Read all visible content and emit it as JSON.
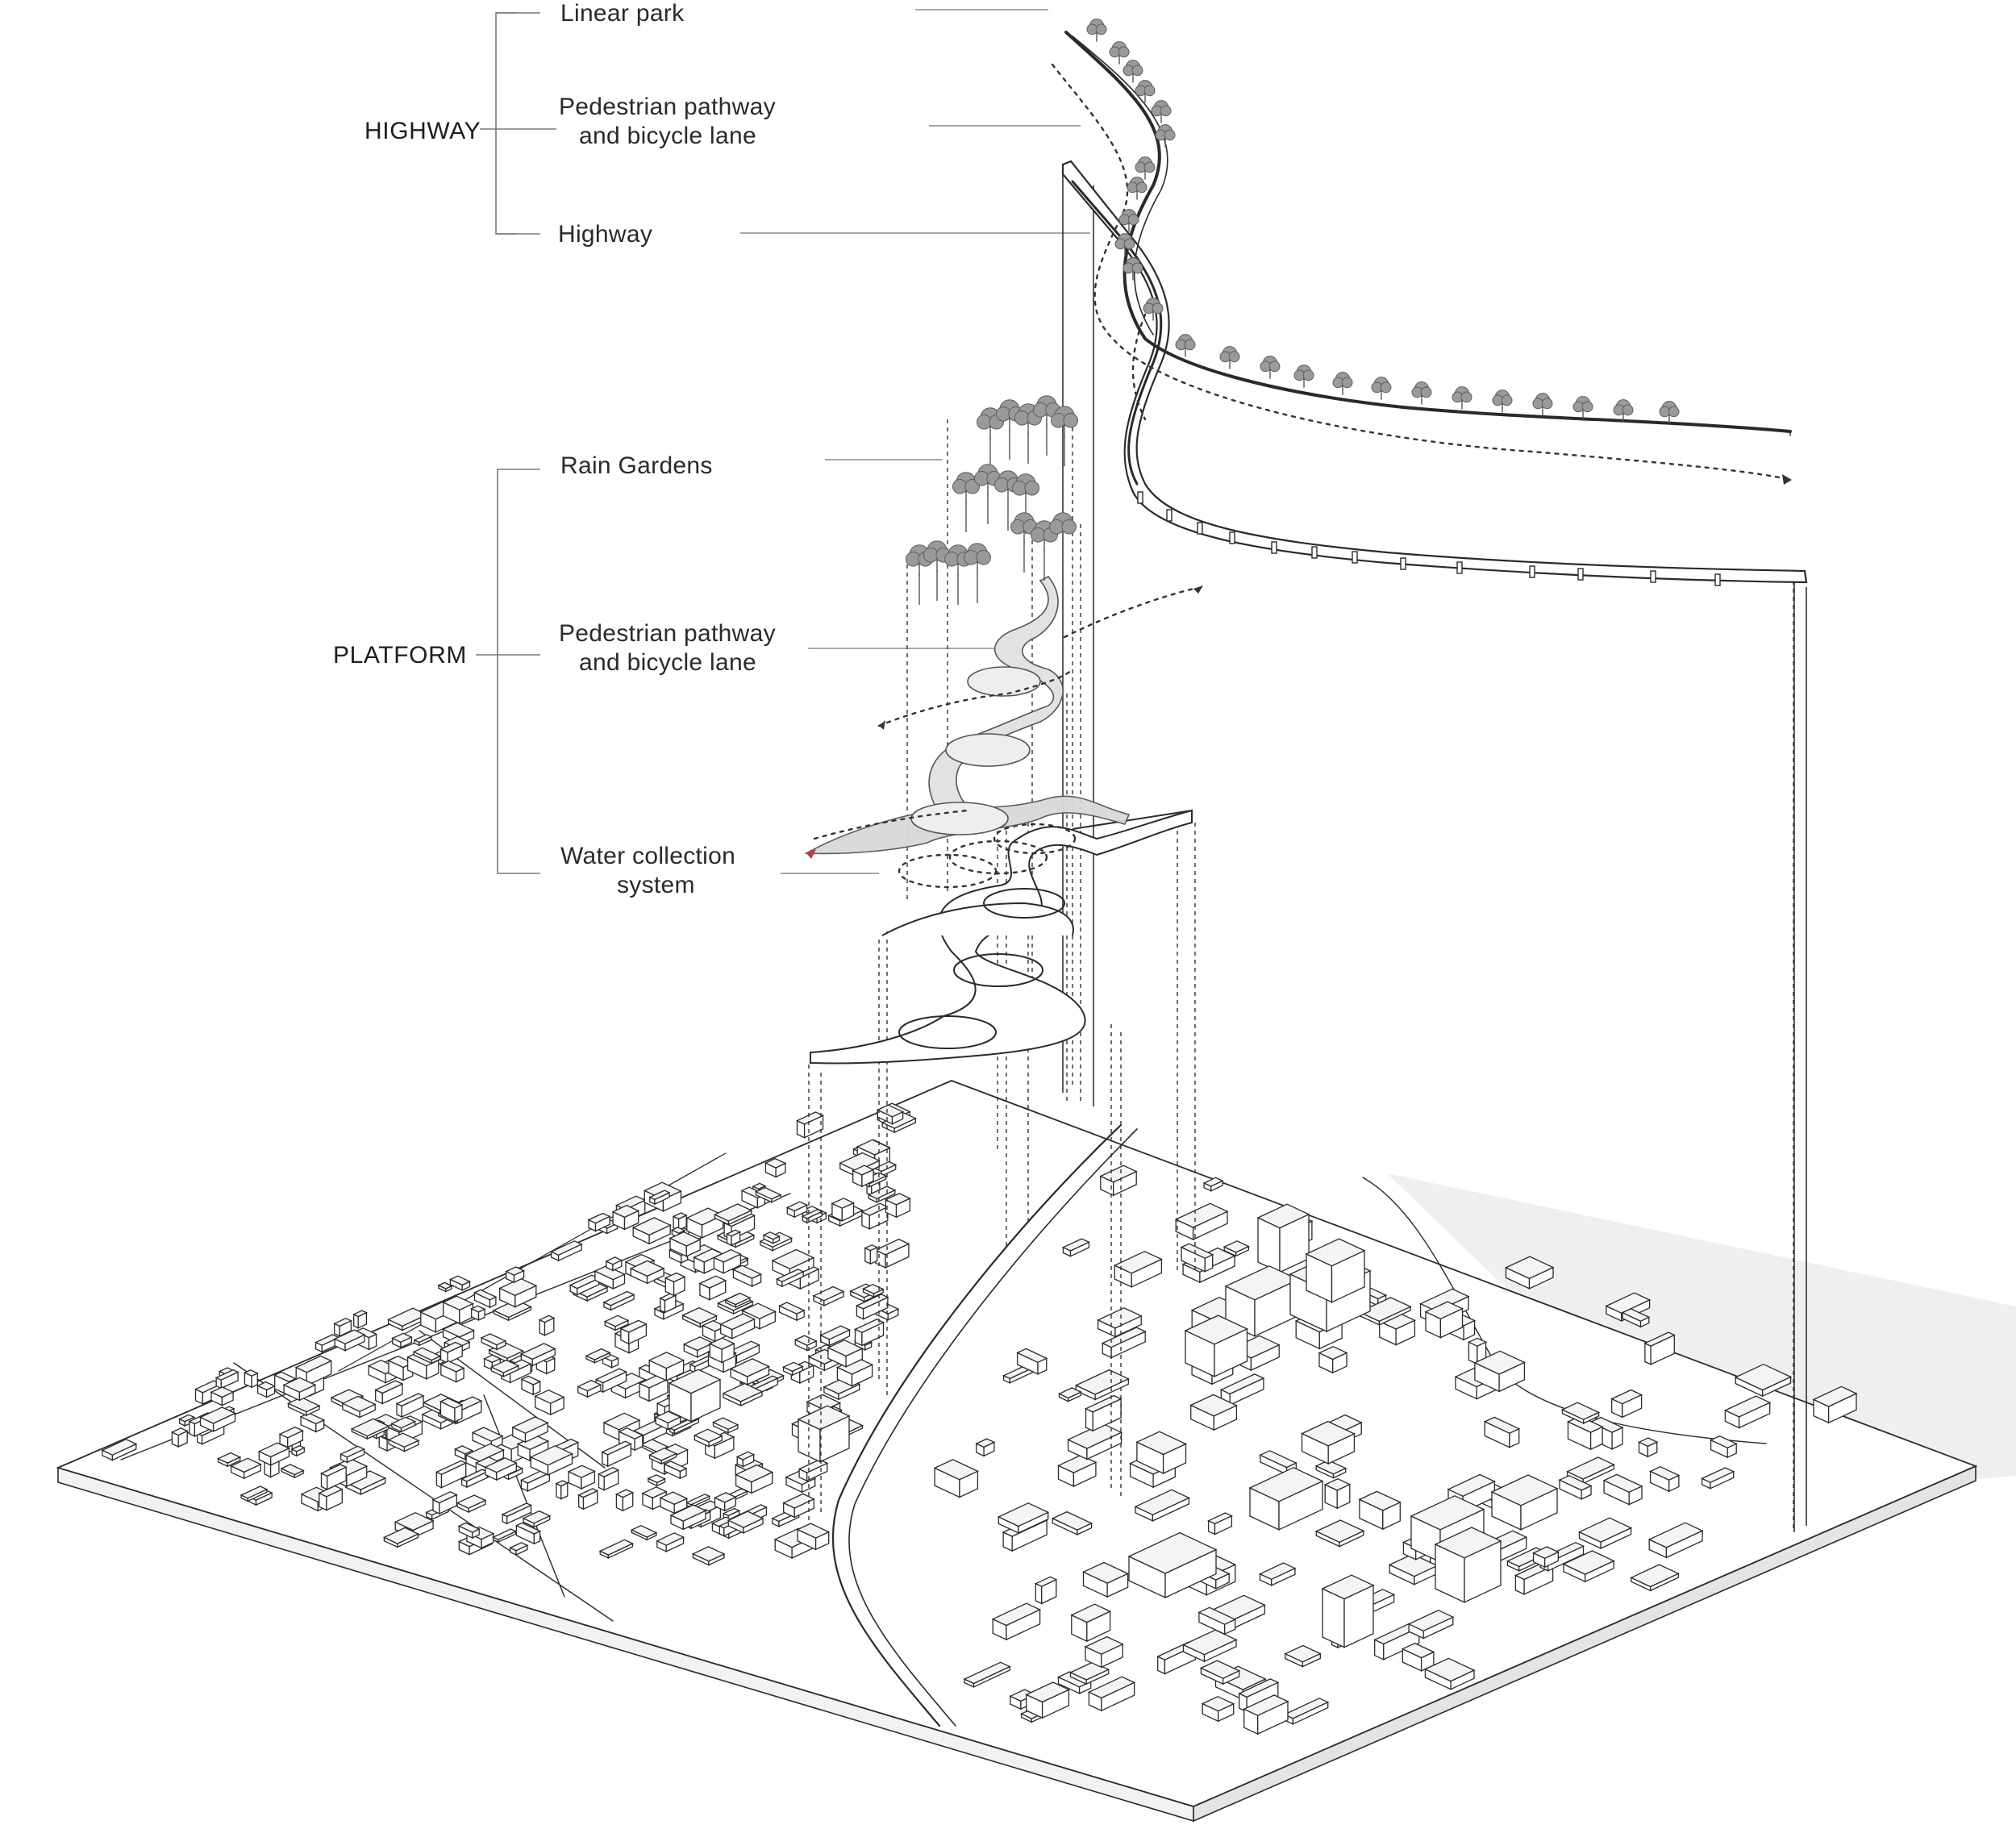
{
  "groups": {
    "highway": "HIGHWAY",
    "platform": "PLATFORM"
  },
  "labels": {
    "linear_park": "Linear park",
    "highway_ped_line1": "Pedestrian pathway",
    "highway_ped_line2": "and bicycle lane",
    "highway": "Highway",
    "rain_gardens": "Rain Gardens",
    "platform_ped_line1": "Pedestrian pathway",
    "platform_ped_line2": "and bicycle lane",
    "water_line1": "Water collection",
    "water_line2": "system"
  },
  "colors": {
    "ink": "#2a2a2a",
    "canopy": "#9a9a9a",
    "ground_shadow": "#ececec",
    "platform_fill": "#d9d9d9"
  }
}
